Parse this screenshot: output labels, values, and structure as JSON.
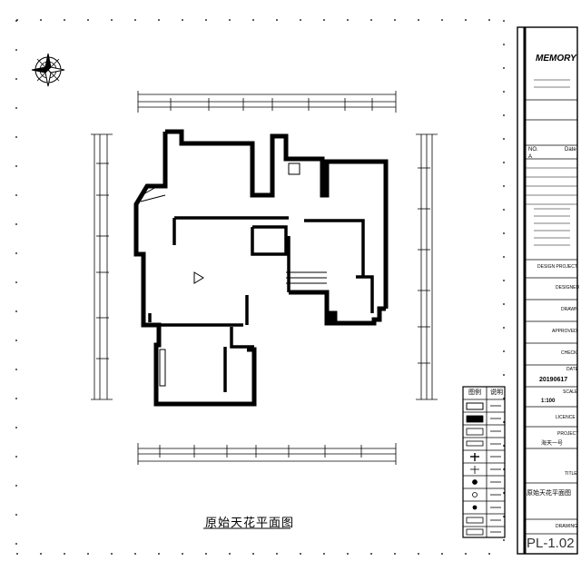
{
  "drawing": {
    "title": "原始天花平面图",
    "sheet_number": "PL-1.02"
  },
  "title_block": {
    "company": "MEMORY",
    "no_label": "NO.",
    "date_label": "Date",
    "revision_mark": "A",
    "fields": [
      {
        "label": "DESIGN PROJECT"
      },
      {
        "label": "DESIGNED"
      },
      {
        "label": "DRAWN"
      },
      {
        "label": "APPROVED"
      },
      {
        "label": "CHECK"
      },
      {
        "label": "DATE",
        "value": "20190617"
      },
      {
        "label": "SCALE",
        "value": "1:100"
      },
      {
        "label": "LICENCE"
      },
      {
        "label": "PROJECT",
        "value": "海天一号"
      },
      {
        "label": "TITLE",
        "value": "原始天花平面图"
      },
      {
        "label": "DRAWING"
      }
    ]
  },
  "legend": {
    "header": [
      "图例",
      "说明"
    ]
  }
}
